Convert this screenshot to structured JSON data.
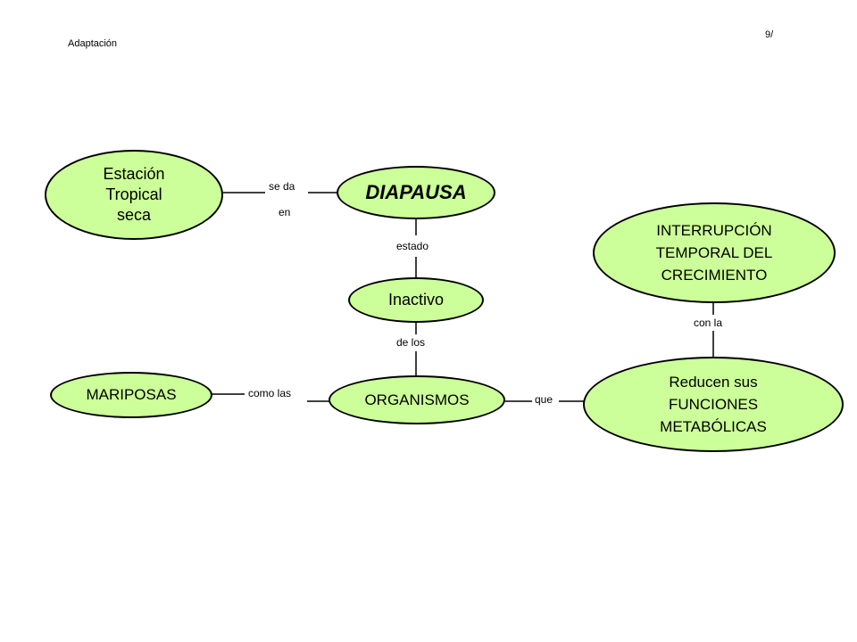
{
  "header": {
    "left_text": "Adaptación",
    "right_text": "9/"
  },
  "nodes": {
    "estacion": "Estación\nTropical\nseca",
    "diapausa": "DIAPAUSA",
    "interrupcion": "INTERRUPCIÓN\nTEMPORAL DEL\nCRECIMIENTO",
    "inactivo": "Inactivo",
    "mariposas": "MARIPOSAS",
    "organismos": "ORGANISMOS",
    "reducen": "Reducen sus\nFUNCIONES\nMETABÓLICAS"
  },
  "links": {
    "se_da": "se da",
    "en": "en",
    "estado": "estado",
    "con_la": "con la",
    "de_los": "de los",
    "como_las": "como las",
    "que": "que"
  },
  "colors": {
    "node_fill": "#ccff99",
    "outline": "#000000",
    "background": "#ffffff"
  }
}
